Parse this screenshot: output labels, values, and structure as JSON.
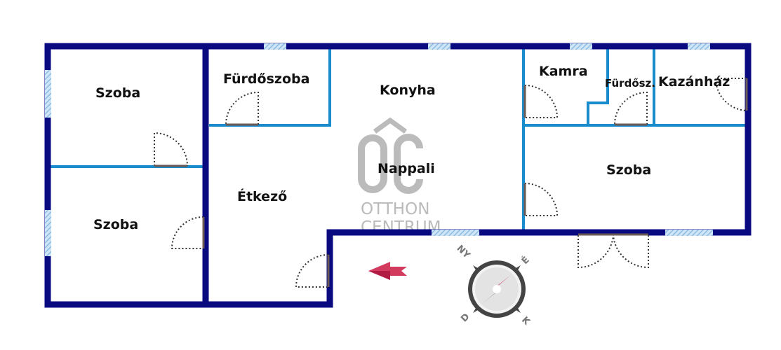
{
  "rooms": {
    "szoba_top_left": "Szoba",
    "szoba_bottom_left": "Szoba",
    "furdoszoba": "Fürdőszoba",
    "konyha": "Konyha",
    "nappali": "Nappali",
    "etkezo": "Étkező",
    "kamra": "Kamra",
    "furdosz": "Fürdősz.",
    "kazanhaz": "Kazánház",
    "szoba_right": "Szoba"
  },
  "logo": {
    "mark": "ÔC",
    "line1": "OTTHON",
    "line2": "CENTRUM"
  },
  "compass": {
    "nw": "NY",
    "ne": "É",
    "sw": "D",
    "se": "K"
  },
  "colors": {
    "outer_wall": "#0a0a80",
    "inner_wall": "#1a8ccc",
    "window": "#9cc8ea",
    "arrow": "#d23a5e"
  }
}
